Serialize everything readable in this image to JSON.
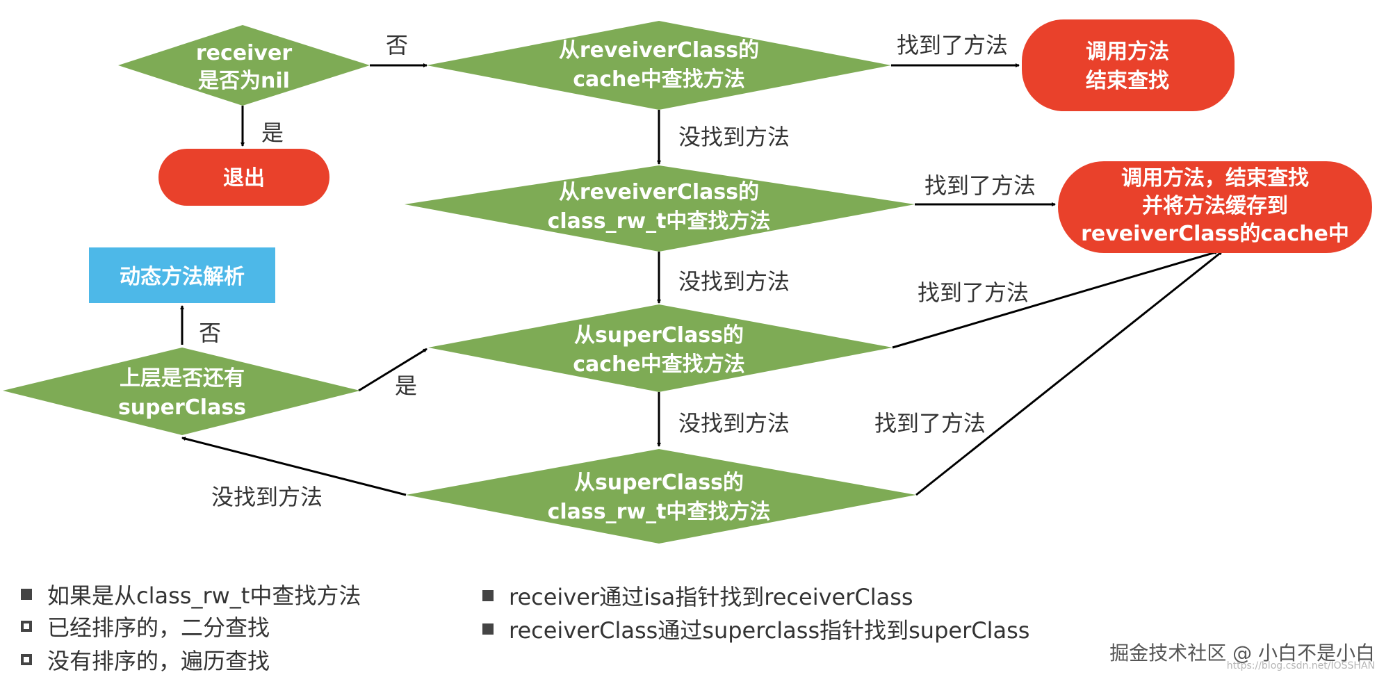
{
  "nodes": {
    "receiver_nil": {
      "line1": "receiver",
      "line2": "是否为nil",
      "color": "#7eab55"
    },
    "exit": {
      "label": "退出",
      "color": "#e9412b"
    },
    "receiver_cache": {
      "line1": "从reveiverClass的",
      "line2": "cache中查找方法"
    },
    "call_end": {
      "line1": "调用方法",
      "line2": "结束查找"
    },
    "receiver_rw": {
      "line1": "从reveiverClass的",
      "line2": "class_rw_t中查找方法"
    },
    "call_cache": {
      "line1": "调用方法，结束查找",
      "line2": "并将方法缓存到",
      "line3": "reveiverClass的cache中"
    },
    "dynamic": {
      "label": "动态方法解析",
      "color": "#4db8e8"
    },
    "super_cache": {
      "line1": "从superClass的",
      "line2": "cache中查找方法"
    },
    "has_super": {
      "line1": "上层是否还有",
      "line2": "superClass"
    },
    "super_rw": {
      "line1": "从superClass的",
      "line2": "class_rw_t中查找方法"
    }
  },
  "edges": {
    "no": "否",
    "yes": "是",
    "found": "找到了方法",
    "not_found": "没找到方法"
  },
  "notes": {
    "left": [
      {
        "text": "如果是从class_rw_t中查找方法",
        "bullet": "filled"
      },
      {
        "text": "已经排序的，二分查找",
        "bullet": "hollow"
      },
      {
        "text": "没有排序的，遍历查找",
        "bullet": "hollow"
      }
    ],
    "right": [
      {
        "text": "receiver通过isa指针找到receiverClass",
        "bullet": "filled"
      },
      {
        "text": "receiverClass通过superclass指针找到superClass",
        "bullet": "filled"
      }
    ]
  },
  "watermark": {
    "main": "掘金技术社区 @ 小白不是小白",
    "small": "https://blog.csdn.net/IOSSHAN"
  }
}
